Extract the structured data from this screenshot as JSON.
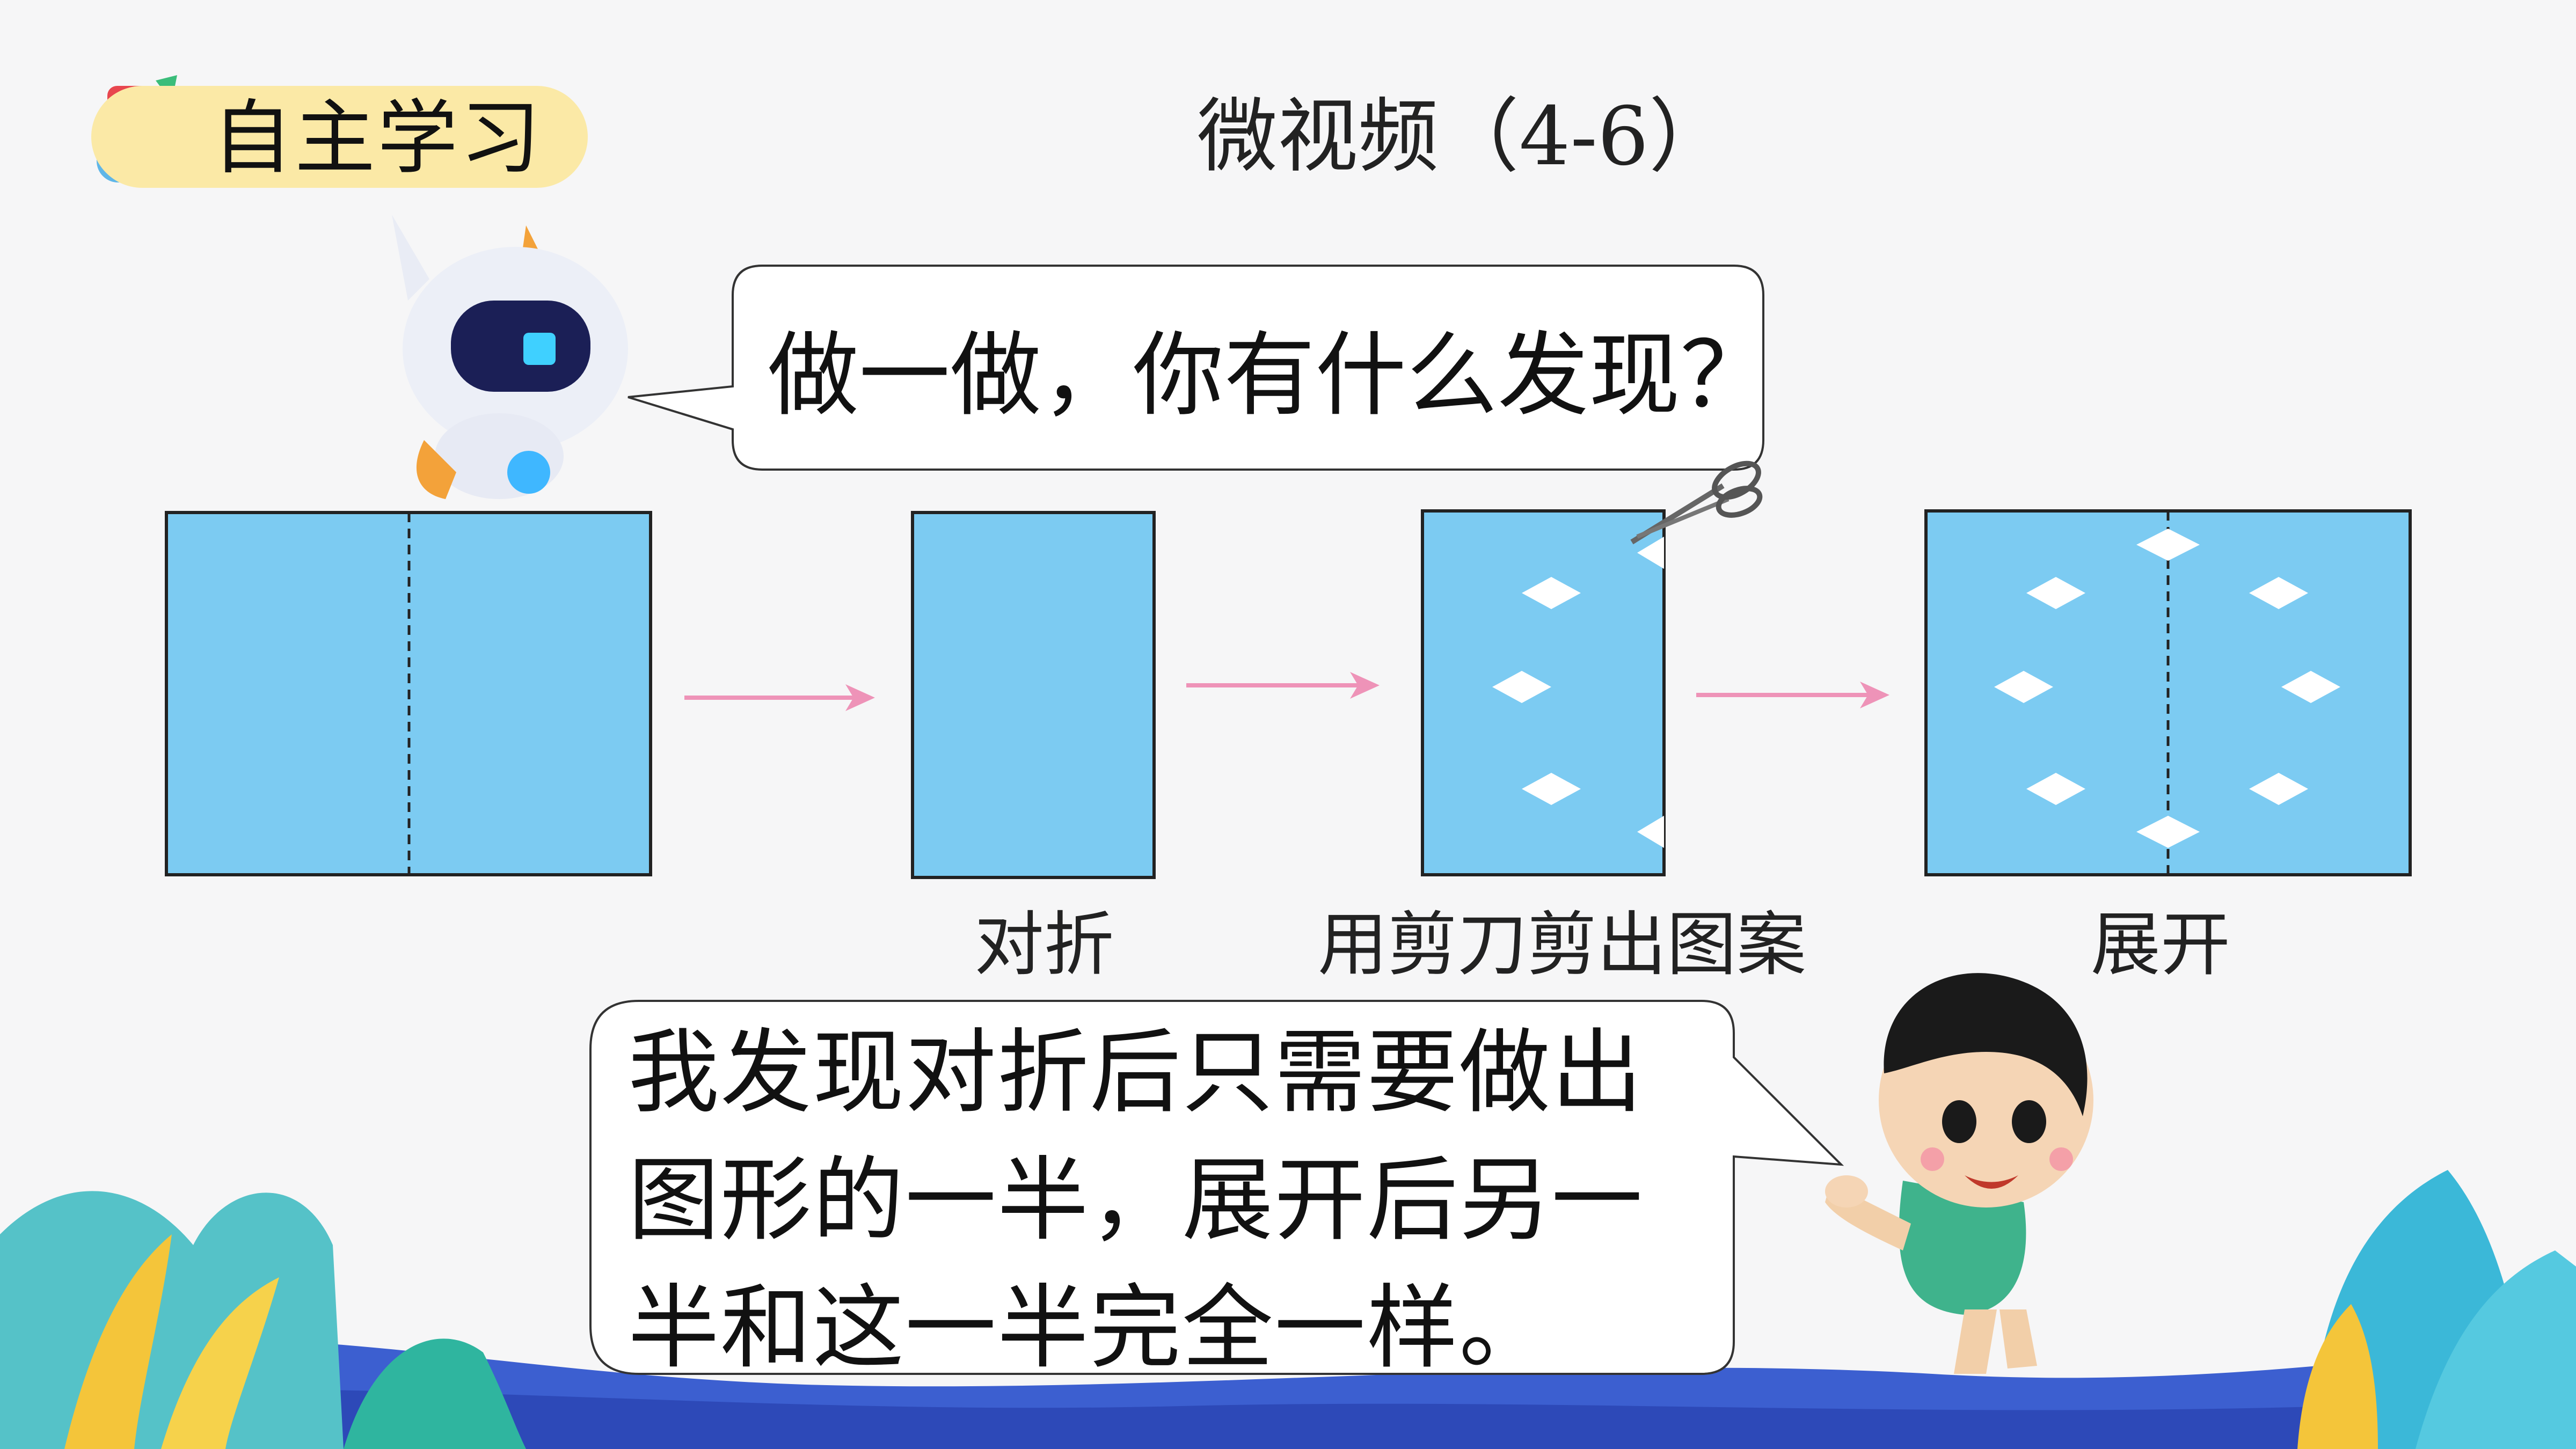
{
  "header": {
    "badge_label": "自主学习",
    "title": "微视频（4-6）"
  },
  "robot_bubble": {
    "text": "做一做，你有什么发现？"
  },
  "steps": [
    {
      "caption": ""
    },
    {
      "caption": "对折"
    },
    {
      "caption": "用剪刀剪出图案"
    },
    {
      "caption": "展开"
    }
  ],
  "boy_bubble": {
    "text": "我发现对折后只需要做出图形的一半，展开后另一半和这一半完全一样。"
  },
  "colors": {
    "paper_blue": "#7ccbf2",
    "arrow_pink": "#ee93b8",
    "badge_yellow": "#fbe9a6",
    "background": "#f6f6f7"
  },
  "icons": [
    "school-bag-icon",
    "robot-mascot",
    "scissors-icon",
    "boy-character"
  ]
}
